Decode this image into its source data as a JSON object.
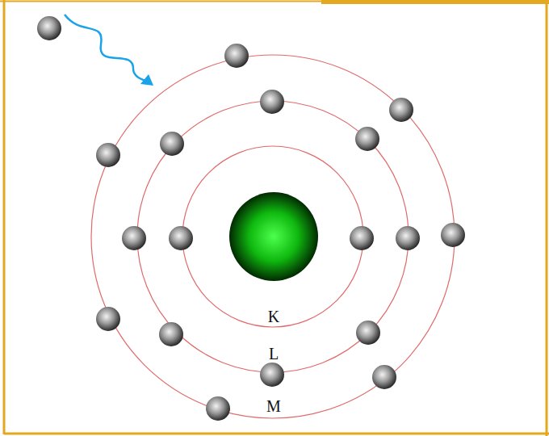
{
  "diagram": {
    "labels": [
      "K",
      "L",
      "M"
    ]
  }
}
